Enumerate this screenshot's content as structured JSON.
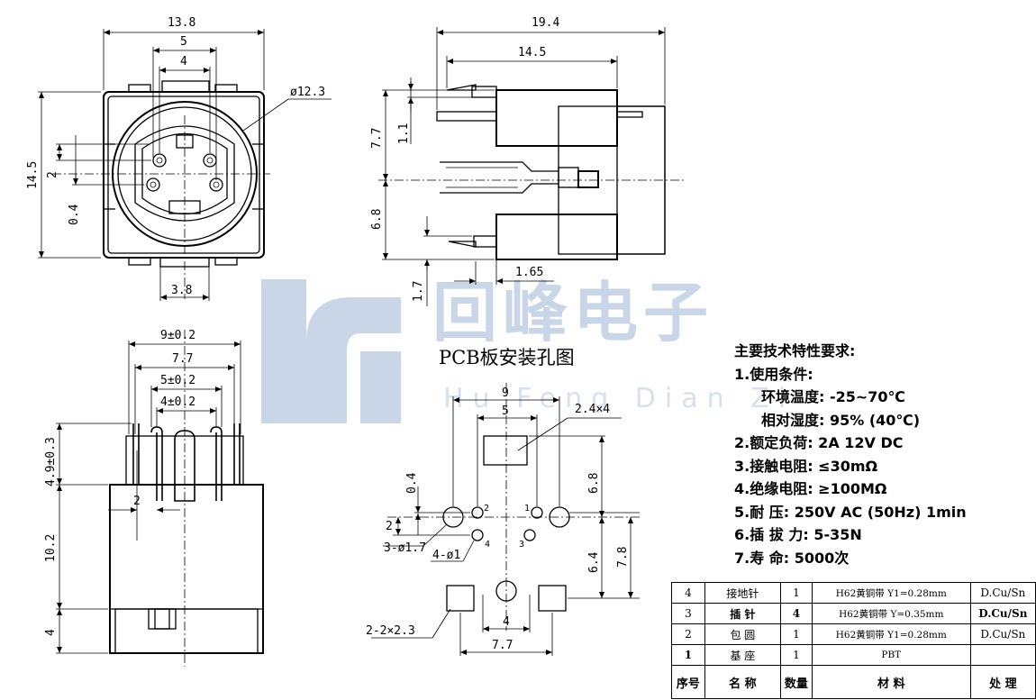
{
  "watermark": {
    "company_name": "回峰电子",
    "pinyin": "Hu Feng Dian Zi"
  },
  "pcb_title": "PCB板安装孔图",
  "front_view": {
    "width_dim": "13.8",
    "outer_pitch_dim": "5",
    "inner_pitch_dim": "4",
    "diameter_dim": "ø12.3",
    "height_dim": "14.5",
    "offset_dim": "2",
    "pin_offset_dim": "0.4",
    "bottom_width_dim": "3.8"
  },
  "side_view": {
    "total_length_dim": "19.4",
    "body_length_dim": "14.5",
    "upper_height_dim": "7.7",
    "tab_dim": "1.1",
    "lower_height_dim": "6.8",
    "foot_dim": "1.7",
    "foot_offset_dim": "1.65"
  },
  "rear_view": {
    "outer_span_dim": "9±0.2",
    "body_span_dim": "7.7",
    "pin_span_dim": "5±0.2",
    "inner_span_dim": "4±0.2",
    "pin_height_dim": "4.9±0.3",
    "body_height_dim": "10.2",
    "base_height_dim": "4",
    "pin_offset_dim": "2"
  },
  "pcb_layout": {
    "outer_dim": "9",
    "inner_dim": "5",
    "slot_dim": "2.4×4",
    "upper_v_dim": "0.4",
    "right_v_dim": "6.8",
    "offset_dim": "2",
    "big_hole_dim": "3-ø1.7",
    "small_hole_dim": "4-ø1",
    "lower_v_dim": "6.4",
    "total_v_dim": "7.8",
    "bottom_slot_dim": "2-2×2.3",
    "bottom_inner_dim": "4",
    "bottom_outer_dim": "7.7",
    "hole_labels": [
      "2",
      "1",
      "4",
      "3"
    ]
  },
  "specs": {
    "title": "主要技术特性要求:",
    "items": [
      "1.使用条件:",
      "环境温度: -25~70℃",
      "相对湿度: 95% (40℃)",
      "2.额定负荷: 2A 12V DC",
      "3.接触电阻: ≤30mΩ",
      "4.绝缘电阻: ≥100MΩ",
      "5.耐    压: 250V AC (50Hz) 1min",
      "6.插 拔 力: 5-35N",
      "7.寿    命: 5000次"
    ]
  },
  "bom": {
    "rows": [
      {
        "no": "4",
        "name": "接地针",
        "qty": "1",
        "material": "H62黄铜带 Y1=0.28mm",
        "finish": "D.Cu/Sn"
      },
      {
        "no": "3",
        "name": "插 针",
        "qty": "4",
        "material": "H62黄铜带 Y=0.35mm",
        "finish": "D.Cu/Sn"
      },
      {
        "no": "2",
        "name": "包 圆",
        "qty": "1",
        "material": "H62黄铜带 Y1=0.28mm",
        "finish": "D.Cu/Sn"
      },
      {
        "no": "1",
        "name": "基 座",
        "qty": "1",
        "material": "PBT",
        "finish": ""
      }
    ],
    "header": {
      "no": "序号",
      "name": "名   称",
      "qty": "数量",
      "material": "材   料",
      "finish": "处   理"
    }
  }
}
